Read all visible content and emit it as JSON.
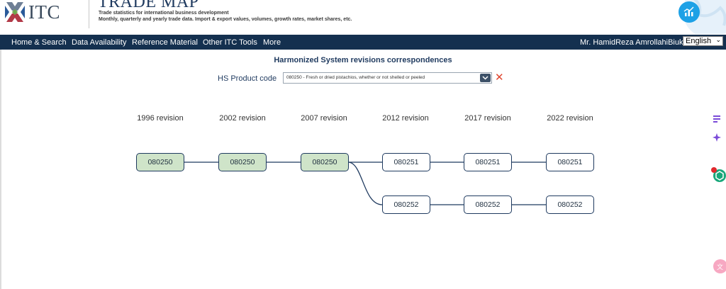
{
  "header": {
    "itc_text": "ITC",
    "app_title": "TRADE MAP",
    "subtitle_line1": "Trade statistics for international business development",
    "subtitle_line2": "Monthly, quarterly and yearly trade data. Import & export values, volumes, growth rates, market shares, etc."
  },
  "nav": {
    "items": [
      "Home & Search",
      "Data Availability",
      "Reference Material",
      "Other ITC Tools",
      "More"
    ],
    "user": "Mr. HamidReza AmrollahiBiuki",
    "language": "English"
  },
  "main": {
    "title": "Harmonized System revisions correspondences",
    "product_label": "HS Product code",
    "product_value": "080250 - Fresh or dried pistachios, whether or not shelled or peeled"
  },
  "revisions": [
    "1996 revision",
    "2002 revision",
    "2007 revision",
    "2012 revision",
    "2017 revision",
    "2022 revision"
  ],
  "codes": {
    "r1996": [
      "080250"
    ],
    "r2002": [
      "080250"
    ],
    "r2007": [
      "080250"
    ],
    "r2012": [
      "080251",
      "080252"
    ],
    "r2017": [
      "080251",
      "080252"
    ],
    "r2022": [
      "080251",
      "080252"
    ]
  },
  "colors": {
    "navbar": "#14304f",
    "title": "#1f3a5f",
    "node_green": "#cfe4c9",
    "clear": "#e0452e",
    "badge": "#1da1e6"
  },
  "icons": [
    "itc-logo-icon",
    "chart-icon",
    "chevron-down-icon",
    "close-icon",
    "list-icon",
    "sparkle-icon",
    "hexagon-icon",
    "translate-icon"
  ]
}
